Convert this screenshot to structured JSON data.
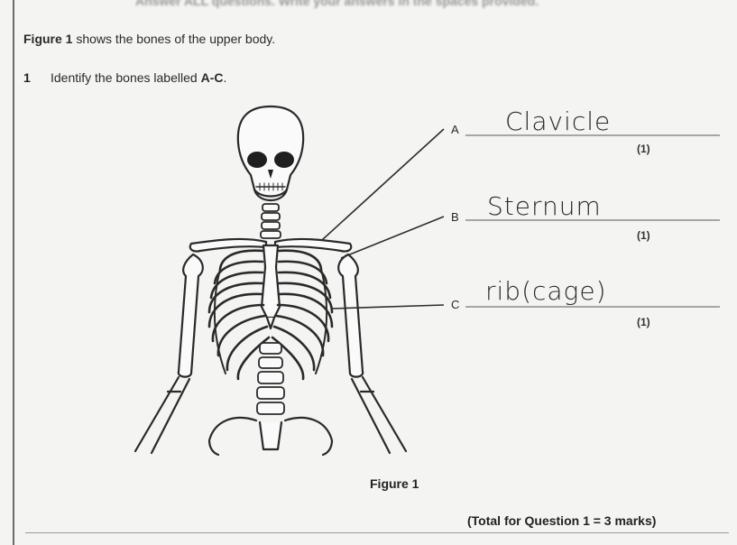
{
  "header": {
    "clipped_instruction": "Answer ALL questions. Write your answers in the spaces provided."
  },
  "intro": {
    "figure_ref": "Figure 1",
    "text": " shows the bones of the upper body."
  },
  "question": {
    "number": "1",
    "text_before": "Identify the bones labelled ",
    "text_bold": "A-C",
    "text_after": "."
  },
  "labels": [
    {
      "letter": "A",
      "answer": "Clavicle",
      "marks": "(1)"
    },
    {
      "letter": "B",
      "answer": "Sternum",
      "marks": "(1)"
    },
    {
      "letter": "C",
      "answer": "rib(cage)",
      "marks": "(1)"
    }
  ],
  "figure_caption": "Figure 1",
  "total": "(Total for Question 1 = 3 marks)"
}
